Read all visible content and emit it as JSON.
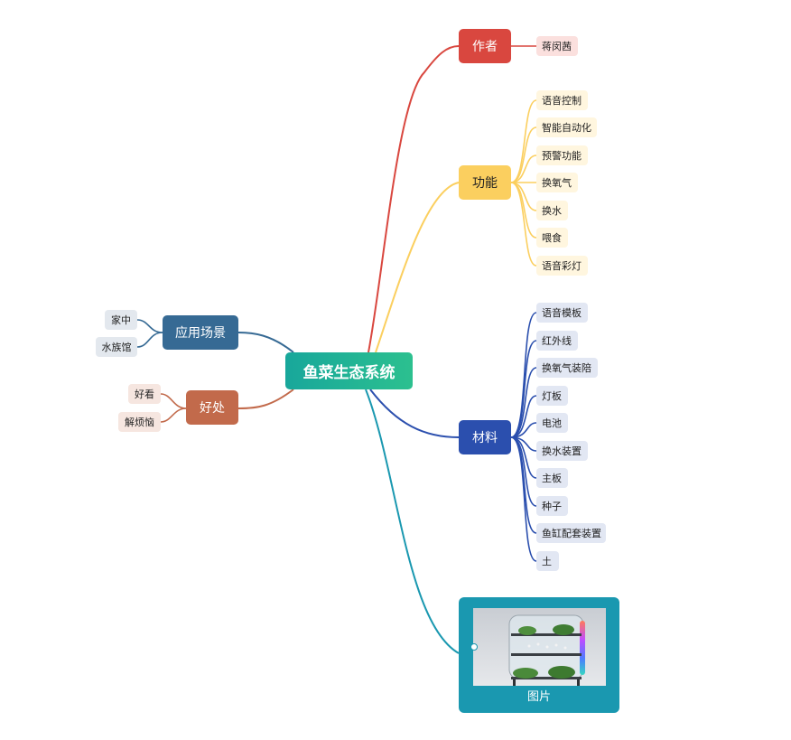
{
  "root": {
    "label": "鱼菜生态系统"
  },
  "branches": {
    "author": {
      "label": "作者",
      "color": "#d9473f",
      "leaf_bg": "#fbe0de",
      "leaves": [
        "蒋闵茜"
      ]
    },
    "functions": {
      "label": "功能",
      "color": "#fbcf5f",
      "text_color": "#222222",
      "leaf_bg": "#fff6df",
      "leaves": [
        "语音控制",
        "智能自动化",
        "预警功能",
        "换氧气",
        "换水",
        "喂食",
        "语音彩灯"
      ]
    },
    "materials": {
      "label": "材料",
      "color": "#2b4fae",
      "leaf_bg": "#e2e7f3",
      "leaves": [
        "语音模板",
        "红外线",
        "换氧气装陪",
        "灯板",
        "电池",
        "换水装置",
        "主板",
        "种子",
        "鱼缸配套装置",
        "土"
      ]
    },
    "picture": {
      "label": "图片",
      "color": "#1a98b0"
    },
    "scenes": {
      "label": "应用场景",
      "color": "#366a94",
      "leaf_bg": "#e3e8ee",
      "leaves": [
        "家中",
        "水族馆"
      ]
    },
    "benefits": {
      "label": "好处",
      "color": "#c26a4b",
      "leaf_bg": "#f6e6e0",
      "leaves": [
        "好看",
        "解烦恼"
      ]
    }
  }
}
